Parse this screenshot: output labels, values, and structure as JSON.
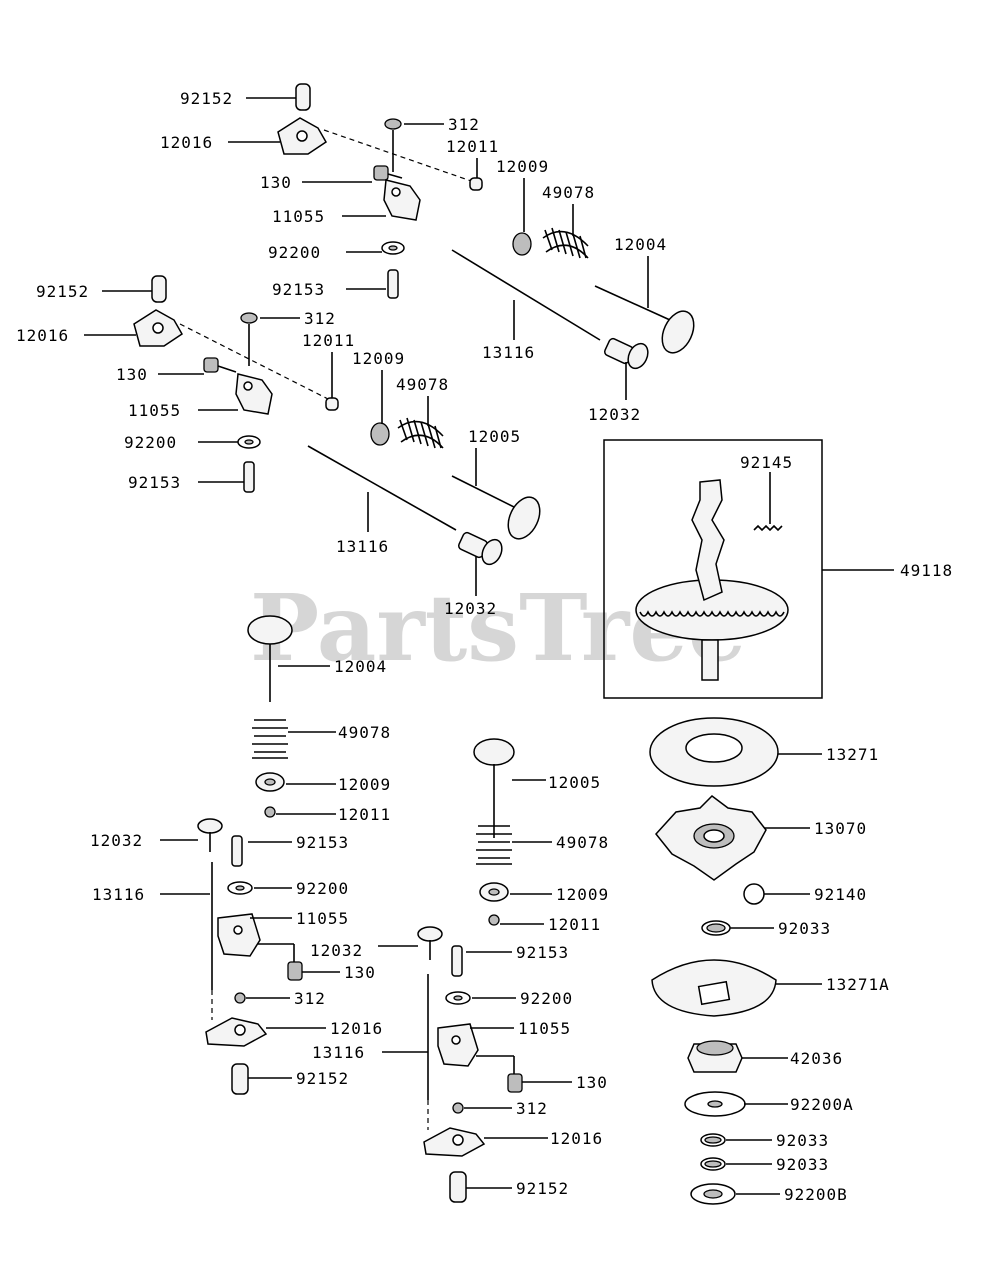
{
  "watermark": "PartsTree",
  "callouts": {
    "a": "92152",
    "b": "12016",
    "c": "312",
    "d": "12011",
    "e": "130",
    "f": "11055",
    "g": "12009",
    "h": "49078",
    "i": "92200",
    "j": "92153",
    "k": "12004",
    "l": "13116",
    "m": "12032",
    "n": "92152",
    "o": "12016",
    "p": "312",
    "q": "12011",
    "r": "130",
    "s": "11055",
    "t": "12009",
    "u": "49078",
    "v": "92200",
    "w": "12005",
    "x": "92153",
    "y": "13116",
    "z": "12032",
    "c1": "92145",
    "c2": "49118",
    "e1": "12004",
    "e2": "49078",
    "e3": "12009",
    "e4": "12011",
    "e5": "12032",
    "e6": "92153",
    "e7": "13116",
    "e8": "92200",
    "e9": "11055",
    "e10": "130",
    "e11": "312",
    "e12": "12016",
    "e13": "92152",
    "f1": "12005",
    "f2": "49078",
    "f3": "12009",
    "f4": "12011",
    "f5": "12032",
    "f6": "92153",
    "f7": "92200",
    "f8": "11055",
    "f9": "13116",
    "f10": "130",
    "f11": "312",
    "f12": "12016",
    "f13": "92152",
    "g1": "13271",
    "g2": "13070",
    "g3": "92140",
    "g4": "92033",
    "g5": "13271A",
    "g6": "42036",
    "g7": "92200A",
    "g8": "92033",
    "g9": "92033",
    "g10": "92200B"
  }
}
